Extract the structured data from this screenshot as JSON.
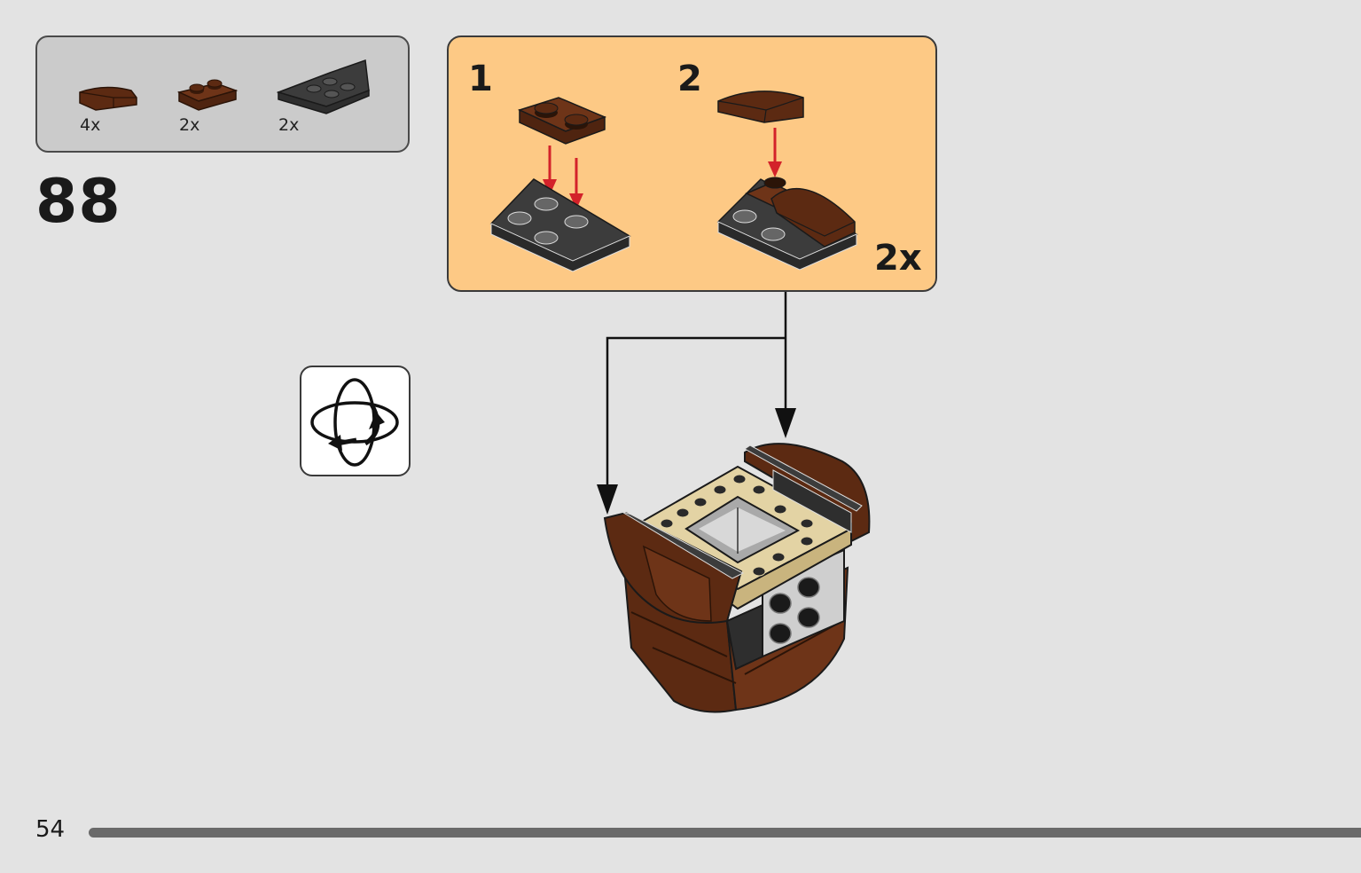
{
  "parts": [
    {
      "name": "brown curved slope 1x2",
      "qty": "4x",
      "color": "#5c2a12"
    },
    {
      "name": "brown plate 1x2",
      "qty": "2x",
      "color": "#5c2a12"
    },
    {
      "name": "dark grey wedge plate",
      "qty": "2x",
      "color": "#3c3c3c"
    }
  ],
  "step": {
    "number": "88"
  },
  "substep": {
    "labels": [
      "1",
      "2"
    ],
    "multiplier": "2x",
    "background": "#fdc985"
  },
  "colors": {
    "brown": "#5c2a12",
    "tan": "#e3d3a4",
    "dark_grey": "#3c3c3c",
    "arrow_red": "#d3222a"
  },
  "icons": {
    "rotate": "rotate-model-icon"
  },
  "page": {
    "number": "54"
  }
}
